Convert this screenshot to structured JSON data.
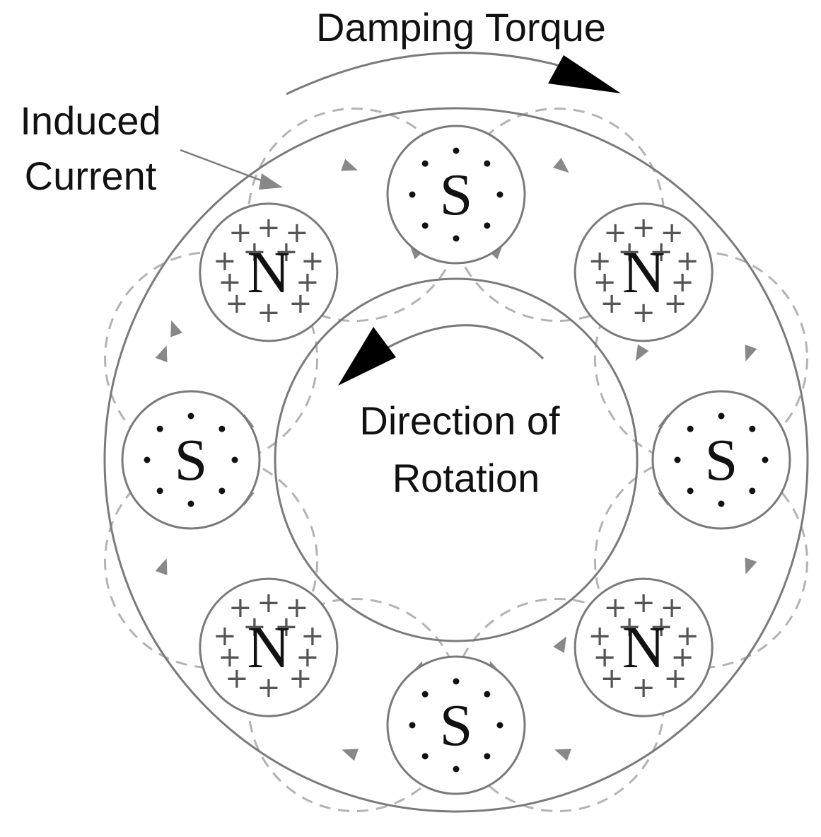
{
  "labels": {
    "damping_torque": "Damping Torque",
    "induced_current": [
      "Induced",
      "Current"
    ],
    "direction_of_rotation": [
      "Direction of",
      "Rotation"
    ]
  },
  "magnets": [
    {
      "id": "top",
      "pole": "S"
    },
    {
      "id": "top-right",
      "pole": "N"
    },
    {
      "id": "right",
      "pole": "S"
    },
    {
      "id": "bottom-right",
      "pole": "N"
    },
    {
      "id": "bottom",
      "pole": "S"
    },
    {
      "id": "bottom-left",
      "pole": "N"
    },
    {
      "id": "left",
      "pole": "S"
    },
    {
      "id": "top-left",
      "pole": "N"
    }
  ],
  "colors": {
    "line": "#7a7a7a",
    "current_loop": "#b3b3b3",
    "current_arrow": "#888888",
    "text": "#111111",
    "arrowhead": "#000000"
  }
}
